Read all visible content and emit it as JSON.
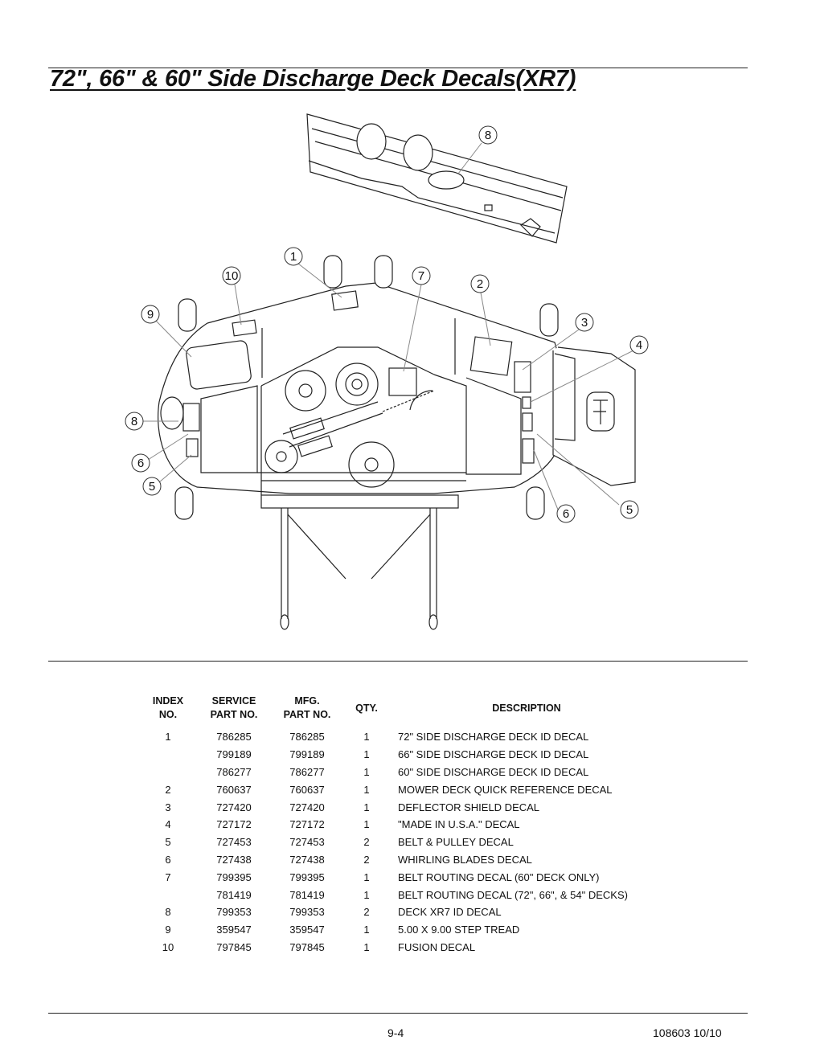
{
  "page": {
    "title": "72\", 66\" & 60\" Side Discharge Deck Decals(XR7)"
  },
  "diagram": {
    "callouts": [
      "8",
      "1",
      "10",
      "7",
      "2",
      "9",
      "3",
      "4",
      "8",
      "6",
      "5",
      "6",
      "5"
    ]
  },
  "table": {
    "headers": {
      "index": [
        "INDEX",
        "NO."
      ],
      "service": [
        "SERVICE",
        "PART NO."
      ],
      "mfg": [
        "MFG.",
        "PART NO."
      ],
      "qty": "QTY.",
      "description": "DESCRIPTION"
    },
    "rows": [
      {
        "index": "1",
        "service": "786285",
        "mfg": "786285",
        "qty": "1",
        "description": "72\" SIDE DISCHARGE DECK ID DECAL"
      },
      {
        "index": "",
        "service": "799189",
        "mfg": "799189",
        "qty": "1",
        "description": "66\" SIDE DISCHARGE DECK ID DECAL"
      },
      {
        "index": "",
        "service": "786277",
        "mfg": "786277",
        "qty": "1",
        "description": "60\" SIDE DISCHARGE DECK ID DECAL"
      },
      {
        "index": "2",
        "service": "760637",
        "mfg": "760637",
        "qty": "1",
        "description": "MOWER DECK QUICK REFERENCE DECAL"
      },
      {
        "index": "3",
        "service": "727420",
        "mfg": "727420",
        "qty": "1",
        "description": "DEFLECTOR SHIELD DECAL"
      },
      {
        "index": "4",
        "service": "727172",
        "mfg": "727172",
        "qty": "1",
        "description": "\"MADE IN U.S.A.\" DECAL"
      },
      {
        "index": "5",
        "service": "727453",
        "mfg": "727453",
        "qty": "2",
        "description": "BELT & PULLEY DECAL"
      },
      {
        "index": "6",
        "service": "727438",
        "mfg": "727438",
        "qty": "2",
        "description": "WHIRLING BLADES DECAL"
      },
      {
        "index": "7",
        "service": "799395",
        "mfg": "799395",
        "qty": "1",
        "description": "BELT ROUTING DECAL (60\" DECK ONLY)"
      },
      {
        "index": "",
        "service": "781419",
        "mfg": "781419",
        "qty": "1",
        "description": "BELT ROUTING DECAL (72\", 66\", & 54\" DECKS)"
      },
      {
        "index": "8",
        "service": "799353",
        "mfg": "799353",
        "qty": "2",
        "description": "DECK XR7 ID DECAL"
      },
      {
        "index": "9",
        "service": "359547",
        "mfg": "359547",
        "qty": "1",
        "description": "5.00 X 9.00 STEP TREAD"
      },
      {
        "index": "10",
        "service": "797845",
        "mfg": "797845",
        "qty": "1",
        "description": "FUSION DECAL"
      }
    ]
  },
  "footer": {
    "page_number": "9-4",
    "doc_number": "108603 10/10"
  }
}
